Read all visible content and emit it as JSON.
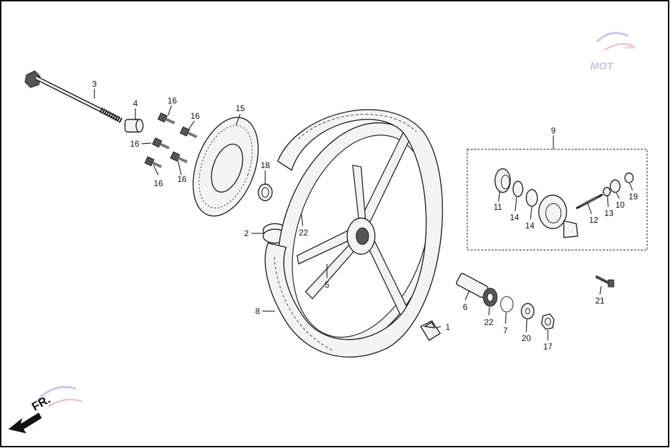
{
  "diagram": {
    "callouts": [
      "1",
      "2",
      "3",
      "4",
      "5",
      "6",
      "7",
      "8",
      "9",
      "10",
      "11",
      "12",
      "13",
      "14",
      "15",
      "16",
      "17",
      "18",
      "19",
      "20",
      "21",
      "22"
    ],
    "direction_label": "FR.",
    "watermark": {
      "text": "MOT",
      "subtext": "Online"
    }
  }
}
